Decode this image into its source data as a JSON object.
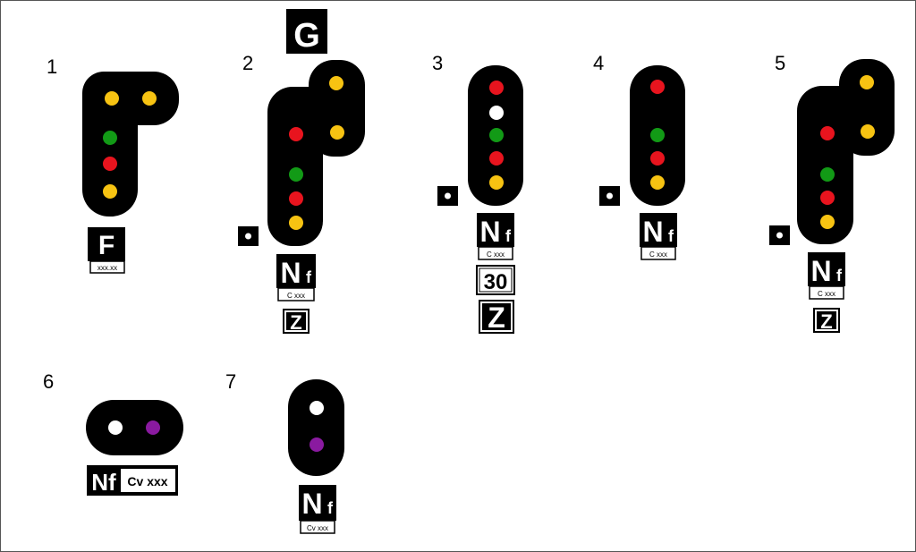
{
  "colors": {
    "body": "#000000",
    "red": "#e8141e",
    "green": "#129a16",
    "yellow": "#f7c312",
    "white": "#ffffff",
    "purple": "#8a1aa0"
  },
  "signals": [
    {
      "number": "1",
      "plate_main": "F",
      "plate_sub": "xxx.xx",
      "lamps": [
        "yellow",
        "yellow",
        "green",
        "red",
        "yellow"
      ]
    },
    {
      "number": "2",
      "top_board": "G",
      "plate_main": "N",
      "plate_main_sub": "f",
      "plate_sub": "C xxx",
      "speed_board": "Z",
      "lamps": [
        "yellow",
        "yellow",
        "red",
        "green",
        "red",
        "yellow"
      ]
    },
    {
      "number": "3",
      "plate_main": "N",
      "plate_main_sub": "f",
      "plate_sub": "C xxx",
      "speed_board_top": "30",
      "speed_board": "Z",
      "lamps": [
        "red",
        "white",
        "green",
        "red",
        "yellow"
      ]
    },
    {
      "number": "4",
      "plate_main": "N",
      "plate_main_sub": "f",
      "plate_sub": "C xxx",
      "lamps": [
        "red",
        "green",
        "red",
        "yellow"
      ]
    },
    {
      "number": "5",
      "plate_main": "N",
      "plate_main_sub": "f",
      "plate_sub": "C xxx",
      "speed_board": "Z",
      "lamps": [
        "yellow",
        "yellow",
        "red",
        "green",
        "red",
        "yellow"
      ]
    },
    {
      "number": "6",
      "plate_main": "Nf",
      "plate_sub": "Cv xxx",
      "lamps": [
        "white",
        "purple"
      ]
    },
    {
      "number": "7",
      "plate_main": "N",
      "plate_main_sub": "f",
      "plate_sub": "Cv xxx",
      "lamps": [
        "white",
        "purple"
      ]
    }
  ]
}
